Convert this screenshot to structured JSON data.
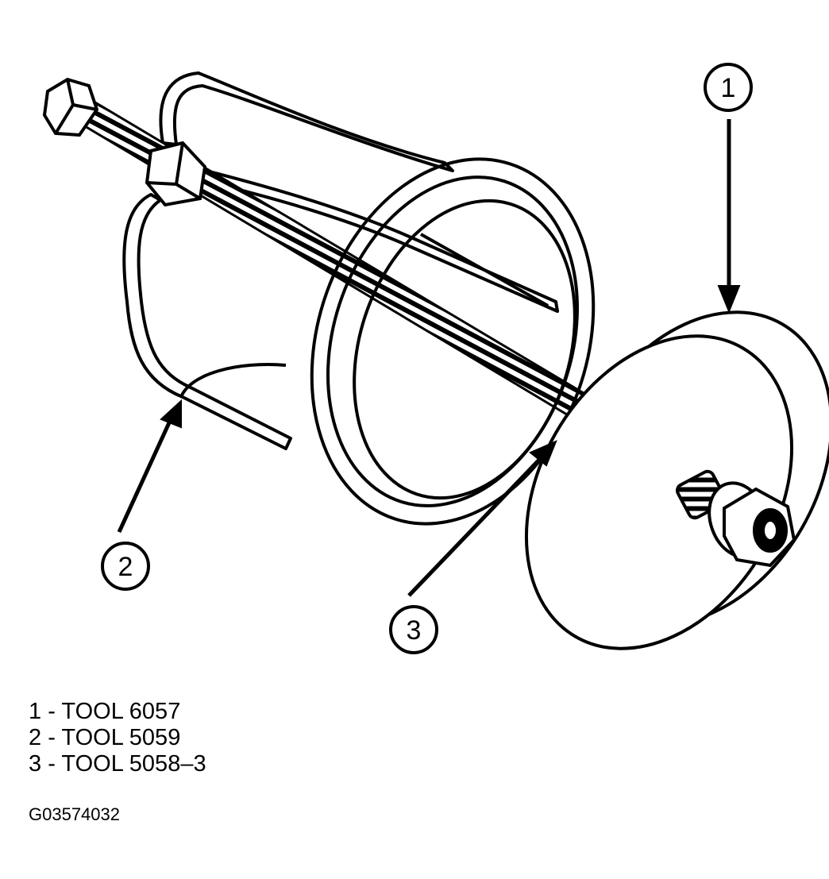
{
  "callouts": [
    {
      "number": "1"
    },
    {
      "number": "2"
    },
    {
      "number": "3"
    }
  ],
  "legend": [
    {
      "number": "1",
      "separator": " - ",
      "text": "TOOL 6057"
    },
    {
      "number": "2",
      "separator": " - ",
      "text": "TOOL 5059"
    },
    {
      "number": "3",
      "separator": " - ",
      "text": "TOOL 5058–3"
    }
  ],
  "figure_id": "G03574032"
}
